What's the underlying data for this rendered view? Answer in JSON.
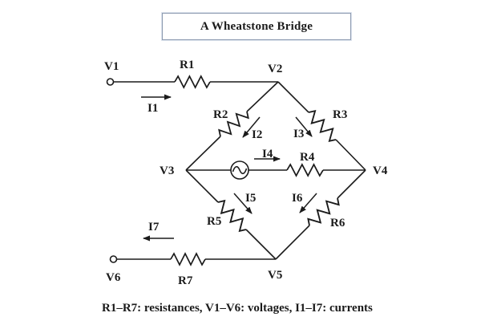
{
  "title": "A Wheatstone Bridge",
  "caption": "R1–R7: resistances, V1–V6: voltages, I1–I7: currents",
  "nodes": {
    "v1": "V1",
    "v2": "V2",
    "v3": "V3",
    "v4": "V4",
    "v5": "V5",
    "v6": "V6"
  },
  "resistors": {
    "r1": "R1",
    "r2": "R2",
    "r3": "R3",
    "r4": "R4",
    "r5": "R5",
    "r6": "R6",
    "r7": "R7"
  },
  "currents": {
    "i1": "I1",
    "i2": "I2",
    "i3": "I3",
    "i4": "I4",
    "i5": "I5",
    "i6": "I6",
    "i7": "I7"
  },
  "source_icon": "ac-source",
  "colors": {
    "line": "#1b1b1b",
    "background": "#ffffff",
    "box_border": "#8c9ab0"
  }
}
